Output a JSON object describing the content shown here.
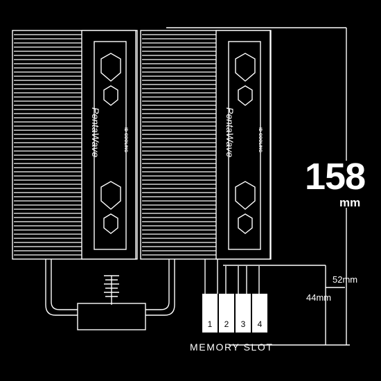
{
  "figure": {
    "height_value": "158",
    "height_unit": "mm",
    "dimension_upper": "52mm",
    "dimension_lower": "44mm",
    "slot_numbers": [
      "1",
      "2",
      "3",
      "4"
    ],
    "slot_caption": "MEMORY SLOT",
    "fan_brand": "PentaWave",
    "fan_badge": "ID-COOLING",
    "line_color": "#ffffff",
    "background_color": "#000000"
  }
}
